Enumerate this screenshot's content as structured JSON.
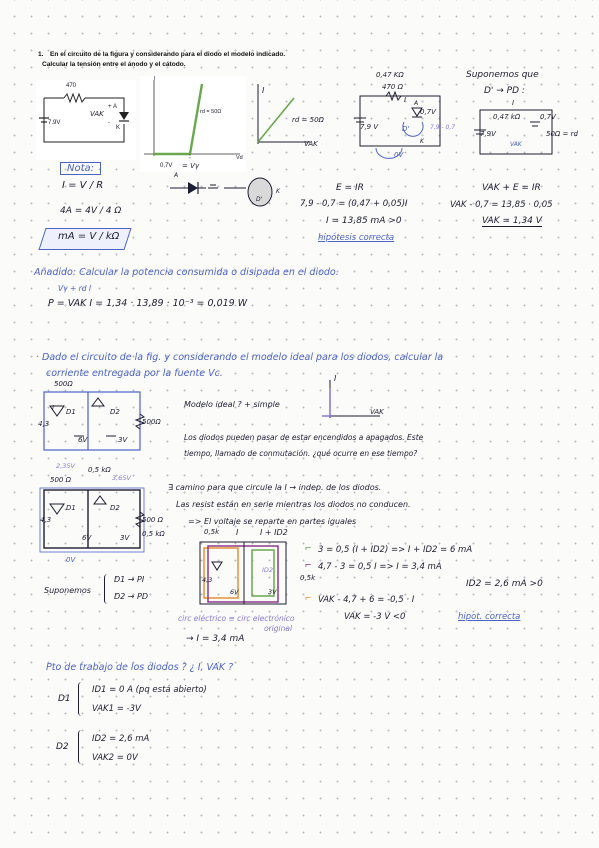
{
  "problem1": {
    "number": "1.",
    "line1": "En el circuito de la figura y considerando para el diodo el modelo indicado.",
    "line2": "Calcular la tensión entre el ánodo y el cátodo."
  },
  "fig1": {
    "r_label": "470",
    "src_label": "7.9V",
    "a_label": "A",
    "k_label": "K",
    "vak_label": "VAK",
    "plus": "+",
    "minus": "-"
  },
  "graph": {
    "rd_label": "rd = 50Ω",
    "vknee_label": "0,7V",
    "vknee_eq": "= Vγ",
    "x_axis": "Vd",
    "y_axis": "I"
  },
  "model_sketch": {
    "y_axis": "I",
    "rd_label": "rd = 50Ω",
    "x_axis": "VAK"
  },
  "circ2": {
    "r_top": "0,47 KΩ",
    "r_val": "470 Ω",
    "src": "7,9 V",
    "vd": "0,7V",
    "vd_note": "7,9 - 0,7",
    "i_label": "I",
    "d_label": "D'",
    "ov_label": "0V",
    "a_label": "A",
    "k_label": "K"
  },
  "suponemos": {
    "line1": "Suponemos que",
    "line2": "D' → PD :",
    "r": "0,47 kΩ",
    "vd": "0,7V",
    "src": "7,9V",
    "rd": "50Ω = rd",
    "i": "I",
    "vak": "VAK"
  },
  "note": {
    "title": "Nota:",
    "f1": "I = V / R",
    "f2": "4A = 4V / 4 Ω",
    "f3": "mA = V / kΩ"
  },
  "diode_sym": {
    "a": "A",
    "k": "K",
    "d": "D'"
  },
  "calc1": {
    "e1": "E = IR",
    "e2": "7,9 - 0,7 = (0,47 + 0,05)I",
    "e3": "I = 13,85 mA >0",
    "e4": "hipótesis correcta"
  },
  "calc2": {
    "e1": "VAK + E = IR",
    "e2": "VAK - 0,7 = 13,85 · 0,05",
    "e3": "VAK = 1,34 V"
  },
  "power": {
    "title": "Añadido: Calcular la potencia consumida o disipada en el diodo.",
    "sub": "Vγ + rd I",
    "eq": "P = VAK I = 1,34 · 13,89 · 10⁻³ = 0,019 W"
  },
  "problem2": {
    "line1": "· Dado el circuito de la fig. y considerando el modelo ideal para los diodos, calcular la",
    "line2": "corriente entregada por la fuente Vc."
  },
  "fig2": {
    "r_top": "500Ω",
    "r_right": "500Ω",
    "v1": "4,3",
    "v2": "6V",
    "v3": "3V",
    "d1": "D1",
    "d2": "D2",
    "i": "I"
  },
  "ideal": {
    "text": "Modelo ideal ? + simple",
    "y": "I",
    "x": "VAK"
  },
  "switch_text": {
    "l1": "Los diodos pueden pasar de estar encendidos a apagados. Este",
    "l2": "tiempo, llamado de conmutación. ¿qué ocurre en ese tiempo?"
  },
  "fig3": {
    "v_top1": "2,35V",
    "v_top2": "3,65V",
    "r_top": "0,5 kΩ",
    "r_top2": "500 Ω",
    "r_right": "500 Ω",
    "r_right2": "0,5 kΩ",
    "v1": "4,3",
    "v2": "6V",
    "v3": "3V",
    "ov": "0V",
    "d1": "D1",
    "d2": "D2"
  },
  "camino": {
    "l1": "∃ camino para que circule la I → indep. de los diodos.",
    "l2": "Las resist están en serie mientras los diodos no conducen.",
    "l3": "=> El voltaje se reparte en partes iguales"
  },
  "suponemos2": {
    "label": "Suponemos",
    "d1": "D1 → PI",
    "d2": "D2 → PD"
  },
  "fig4": {
    "r_top": "0,5k",
    "i": "I",
    "i_sum": "I + ID2",
    "id2": "ID2",
    "r_right": "0,5k",
    "v1": "4,3",
    "v2": "6V",
    "v3": "3V",
    "caption1": "circ eléctrico ≡ circ electrónico",
    "caption2": "original",
    "result": "→ I = 3,4 mA"
  },
  "loops": {
    "e1": "3 = 0,5 (I + ID2) => I + ID2 = 6 mA",
    "e2": "4,7 - 3 = 0,5 I => I = 3,4 mA",
    "e3": "ID2 = 2,6 mA >0",
    "e4": "VAK - 4,7 + 6 = -0,5 · I",
    "e5": "VAK = -3 V <0",
    "e6": "hipot. correcta"
  },
  "work": {
    "title": "Pto de trabajo de los diodos ? ¿ I, VAK ?",
    "d1": "D1",
    "d1_l1": "ID1 = 0 A (pq está abierto)",
    "d1_l2": "VAK1 = -3V",
    "d2": "D2",
    "d2_l1": "ID2 = 2,6 mA",
    "d2_l2": "VAK2 = 0V"
  },
  "colors": {
    "ink": "#1d1d33",
    "blue": "#4b63c8",
    "purple": "#8a7ad6",
    "green": "#6aa84f",
    "orange": "#e69138",
    "pink_loop": "#8e3a8e"
  }
}
